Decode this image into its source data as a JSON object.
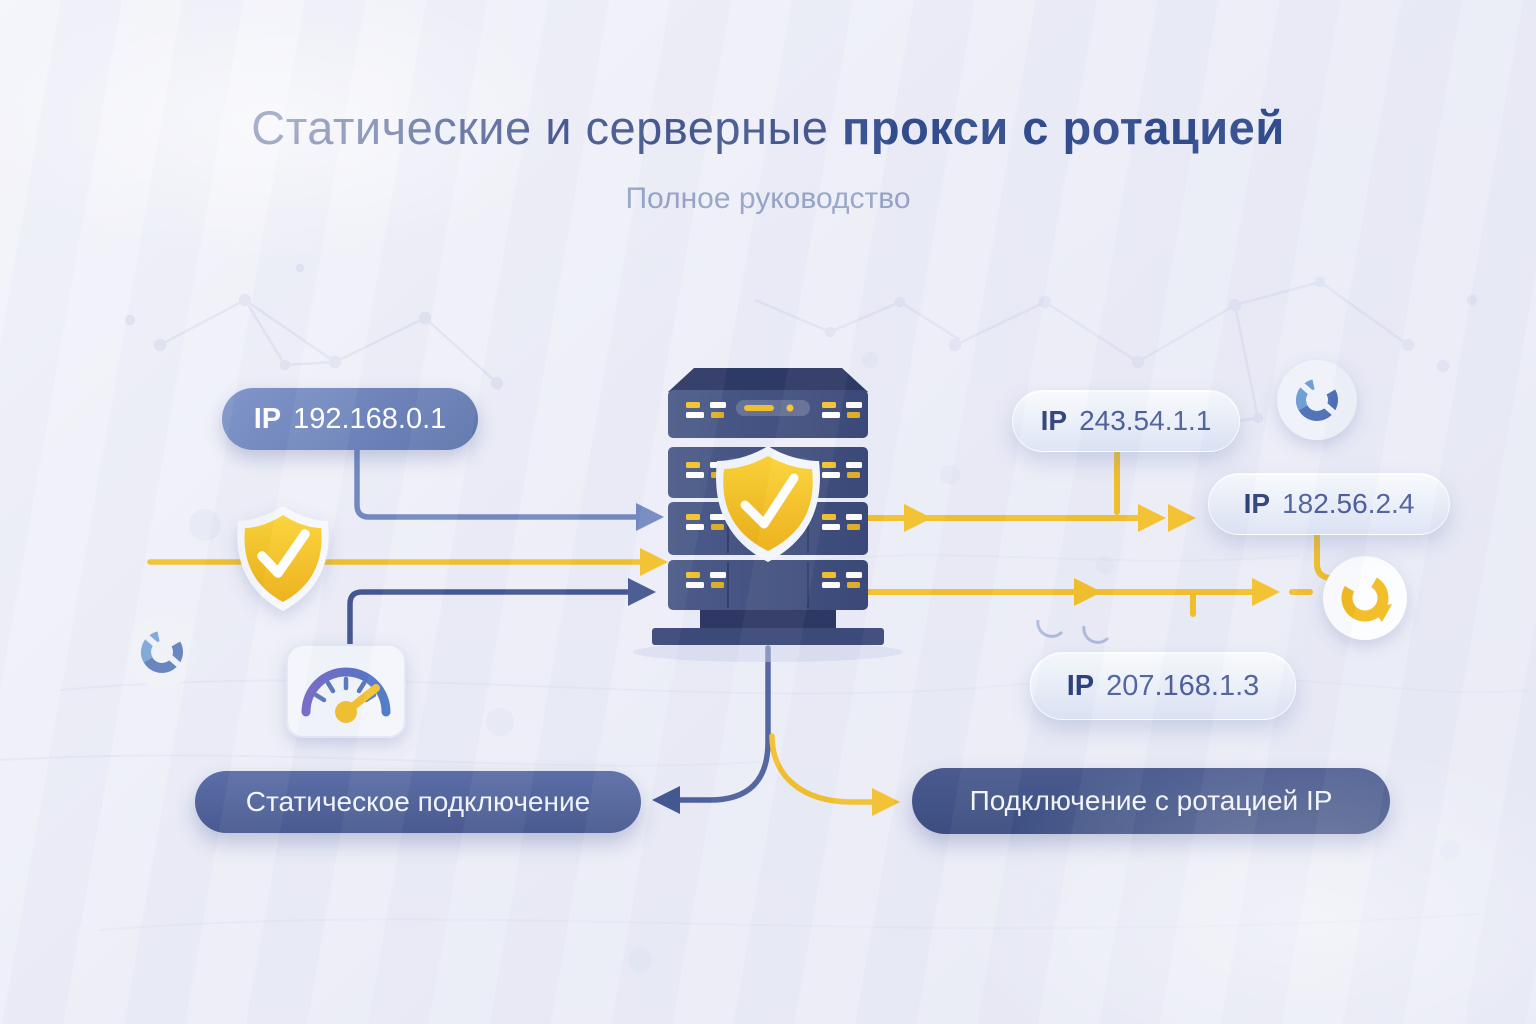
{
  "header": {
    "title_regular": "Статические и серверные",
    "title_bold": "прокси с ротацией",
    "subtitle": "Полное руководство"
  },
  "ip_badges": {
    "static_source": {
      "prefix": "IP",
      "value": "192.168.0.1"
    },
    "rotation_1": {
      "prefix": "IP",
      "value": "243.54.1.1"
    },
    "rotation_2": {
      "prefix": "IP",
      "value": "182.56.2.4"
    },
    "rotation_3": {
      "prefix": "IP",
      "value": "207.168.1.3"
    }
  },
  "connection_labels": {
    "static": "Статическое подключение",
    "rotation": "Подключение с ротацией IP"
  },
  "icons": {
    "server": "proxy-server-rack",
    "shield_on_server": "shield-check-icon",
    "shield_left": "shield-check-icon",
    "speedometer": "speedometer-icon",
    "sync_left": "sync-rotation-icon",
    "sync_top_right": "sync-rotation-icon",
    "rotate_right": "ip-rotate-icon"
  },
  "colors": {
    "accent_yellow": "#F2C02B",
    "line_blue_light": "#7289C0",
    "line_blue_dark": "#42568F",
    "server_navy": "#3A4878",
    "badge_text_dark": "#2B3F78",
    "background": "#ECEDF7"
  }
}
